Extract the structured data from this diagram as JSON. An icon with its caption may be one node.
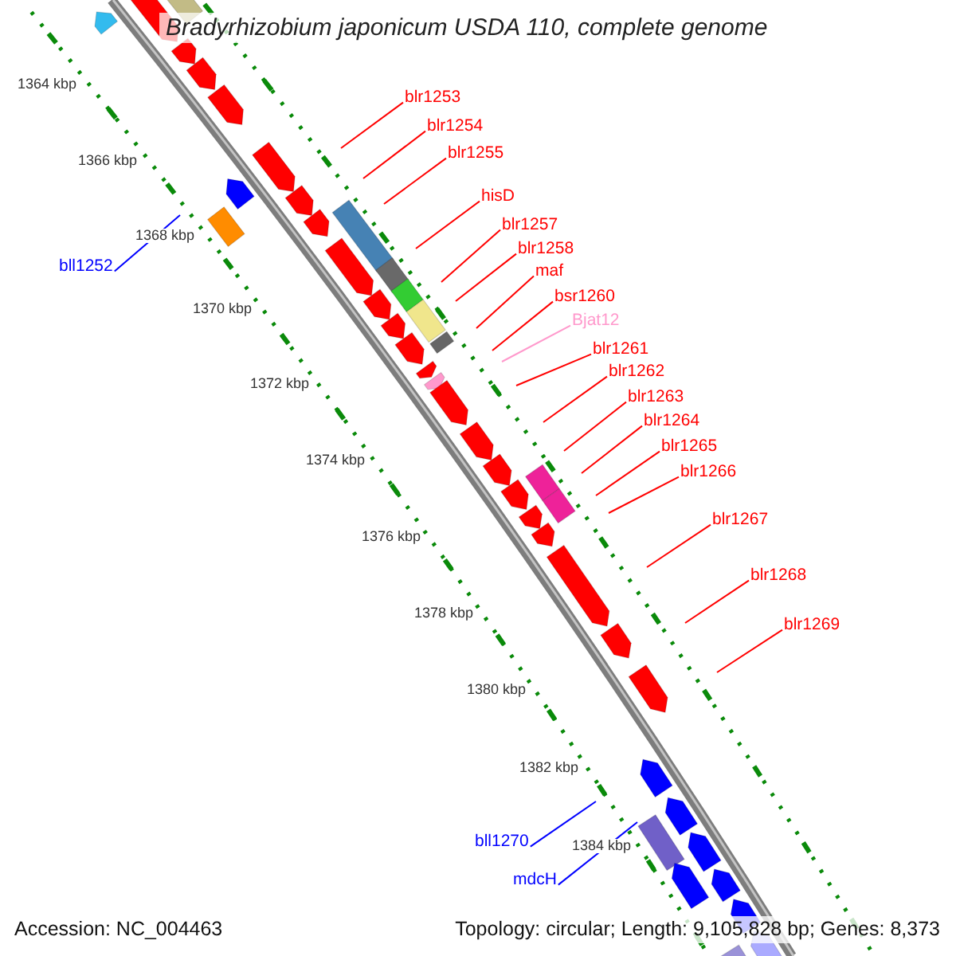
{
  "diagram": {
    "title": "Bradyrhizobium japonicum USDA 110, complete genome",
    "nodes": [
      {
        "text": [
          "blr1253"
        ]
      },
      {
        "text": [
          "blr1254"
        ]
      },
      {
        "text": [
          "blr1255"
        ]
      },
      {
        "text": [
          "hisD"
        ]
      },
      {
        "text": [
          "blr1257"
        ]
      },
      {
        "text": [
          "blr1258"
        ]
      },
      {
        "text": [
          "bll1252"
        ]
      },
      {
        "text": [
          "maf"
        ]
      },
      {
        "text": [
          "bsr1260"
        ]
      },
      {
        "text": [
          "Bjat12"
        ]
      },
      {
        "text": [
          "blr1261"
        ]
      },
      {
        "text": [
          "blr1262"
        ]
      },
      {
        "text": [
          "blr1263"
        ]
      },
      {
        "text": [
          "blr1264"
        ]
      },
      {
        "text": [
          "blr1265"
        ]
      },
      {
        "text": [
          "blr1266"
        ]
      },
      {
        "text": [
          "blr1267"
        ]
      },
      {
        "text": [
          "blr1268"
        ]
      },
      {
        "text": [
          "blr1269"
        ]
      },
      {
        "text": [
          "bll1270"
        ]
      },
      {
        "text": [
          "mdcH"
        ]
      }
    ],
    "edges": [
      {
        "from": 0,
        "to": null,
        "arrow": "none"
      },
      {
        "from": 1,
        "to": null,
        "arrow": "none"
      },
      {
        "from": 2,
        "to": null,
        "arrow": "none"
      },
      {
        "from": 3,
        "to": null,
        "arrow": "none"
      },
      {
        "from": 4,
        "to": null,
        "arrow": "none"
      },
      {
        "from": 5,
        "to": null,
        "arrow": "none"
      },
      {
        "from": 6,
        "to": null,
        "arrow": "none",
        "color": "#0000ff"
      },
      {
        "from": 7,
        "to": null,
        "arrow": "none"
      },
      {
        "from": 8,
        "to": null,
        "arrow": "none"
      },
      {
        "from": 9,
        "to": null,
        "arrow": "none",
        "color": "#ff99cc"
      },
      {
        "from": 10,
        "to": null,
        "arrow": "none"
      },
      {
        "from": 11,
        "to": null,
        "arrow": "none"
      },
      {
        "from": 12,
        "to": null,
        "arrow": "none"
      },
      {
        "from": 13,
        "to": null,
        "arrow": "none"
      },
      {
        "from": 14,
        "to": null,
        "arrow": "none"
      },
      {
        "from": 15,
        "to": null,
        "arrow": "none"
      },
      {
        "from": 16,
        "to": null,
        "arrow": "none"
      },
      {
        "from": 17,
        "to": null,
        "arrow": "none"
      },
      {
        "from": 18,
        "to": null,
        "arrow": "none"
      },
      {
        "from": 19,
        "to": null,
        "arrow": "none",
        "color": "#0000ff"
      },
      {
        "from": 20,
        "to": null,
        "arrow": "none",
        "color": "#0000ff"
      }
    ],
    "labels": [
      "1364 kbp",
      "1366 kbp",
      "1368 kbp",
      "1370 kbp",
      "1372 kbp",
      "1374 kbp",
      "1376 kbp",
      "1378 kbp",
      "1380 kbp",
      "1382 kbp",
      "1384 kbp",
      "Accession: NC_004463",
      "Topology: circular; Length: 9,105,828 bp; Genes: 8,373"
    ]
  }
}
